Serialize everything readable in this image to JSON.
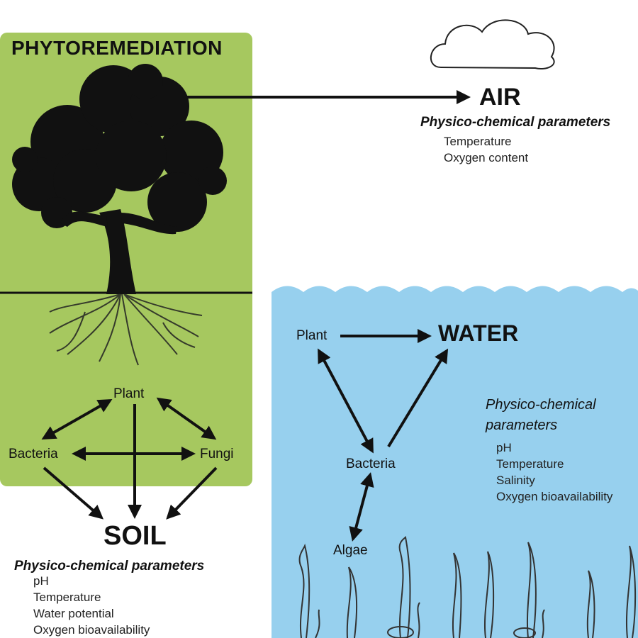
{
  "title": "PHYTOREMEDIATION",
  "air": {
    "label": "AIR",
    "params_title": "Physico-chemical parameters",
    "params": [
      "Temperature",
      "Oxygen content"
    ]
  },
  "soil": {
    "label": "SOIL",
    "nodes": {
      "plant": "Plant",
      "bacteria": "Bacteria",
      "fungi": "Fungi"
    },
    "params_title": "Physico-chemical parameters",
    "params": [
      "pH",
      "Temperature",
      "Water potential",
      "Oxygen bioavailability"
    ]
  },
  "water": {
    "label": "WATER",
    "nodes": {
      "plant": "Plant",
      "bacteria": "Bacteria",
      "algae": "Algae"
    },
    "params_title_1": "Physico-chemical",
    "params_title_2": "parameters",
    "params": [
      "pH",
      "Temperature",
      "Salinity",
      "Oxygen bioavailability"
    ]
  },
  "colors": {
    "panel_green": "#a6c85f",
    "water_blue": "#97d0ee",
    "ink": "#111111"
  }
}
